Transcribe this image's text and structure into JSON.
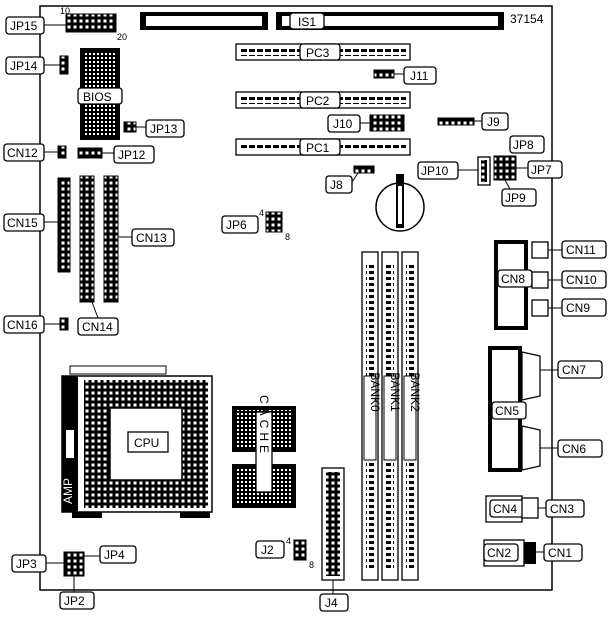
{
  "board_number": "37154",
  "pin_numbers": {
    "jp15_a": "10",
    "jp15_b": "20",
    "jp6_a": "4",
    "jp6_b": "8",
    "j2_a": "4",
    "j2_b": "8"
  },
  "labels": {
    "jp15": "JP15",
    "jp14": "JP14",
    "bios": "BIOS",
    "jp13": "JP13",
    "cn12": "CN12",
    "jp12": "JP12",
    "is1": "IS1",
    "pc3": "PC3",
    "pc2": "PC2",
    "pc1": "PC1",
    "j11": "J11",
    "j10": "J10",
    "j9": "J9",
    "jp8": "JP8",
    "jp7": "JP7",
    "jp9": "JP9",
    "jp10": "JP10",
    "j8": "J8",
    "cn15": "CN15",
    "cn13": "CN13",
    "jp6": "JP6",
    "cn16": "CN16",
    "cn14": "CN14",
    "cn11": "CN11",
    "cn10": "CN10",
    "cn8": "CN8",
    "cn9": "CN9",
    "cn7": "CN7",
    "cn5": "CN5",
    "cn6": "CN6",
    "cn4": "CN4",
    "cn3": "CN3",
    "cn2": "CN2",
    "cn1": "CN1",
    "cpu": "CPU",
    "cache": "CACHE",
    "amp": "AMP",
    "bank0": "BANK0",
    "bank1": "BANK1",
    "bank2": "BANK2",
    "jp3": "JP3",
    "jp4": "JP4",
    "jp2": "JP2",
    "j2": "J2",
    "j4": "J4"
  }
}
